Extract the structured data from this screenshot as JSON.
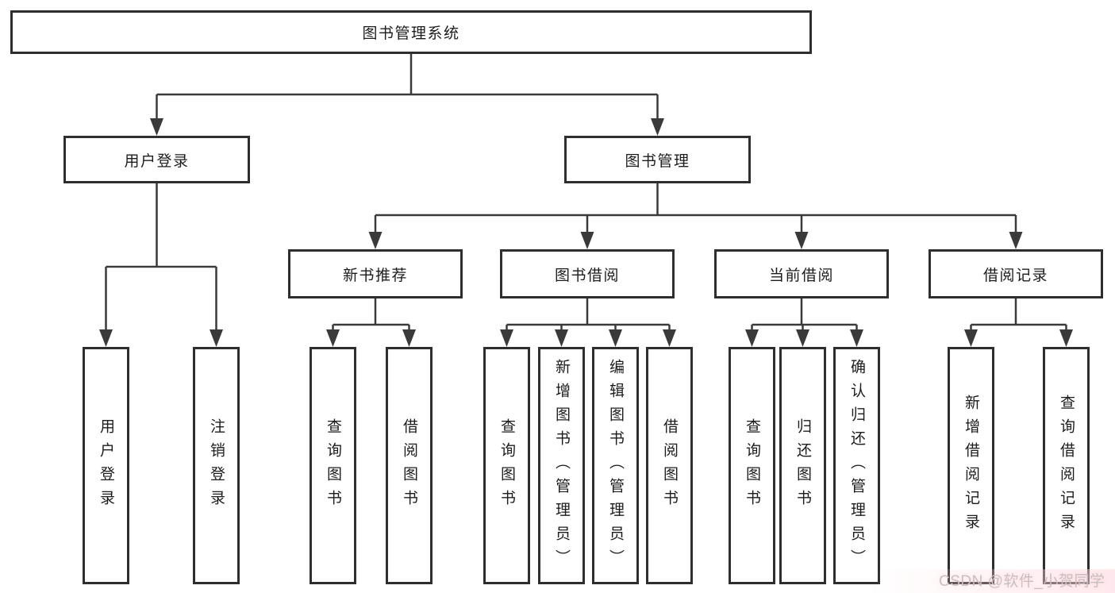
{
  "tree": {
    "root": "图书管理系统",
    "children": [
      {
        "label": "用户登录",
        "children": [
          "用户登录",
          "注销登录"
        ]
      },
      {
        "label": "图书管理",
        "children": [
          {
            "label": "新书推荐",
            "children": [
              "查询图书",
              "借阅图书"
            ]
          },
          {
            "label": "图书借阅",
            "children": [
              "查询图书",
              "新增图书（管理员）",
              "编辑图书（管理员）",
              "借阅图书"
            ]
          },
          {
            "label": "当前借阅",
            "children": [
              "查询图书",
              "归还图书",
              "确认归还（管理员）"
            ]
          },
          {
            "label": "借阅记录",
            "children": [
              "新增借阅记录",
              "查询借阅记录"
            ]
          }
        ]
      }
    ]
  },
  "watermark": {
    "text": "CSDN @软件_小贺同学"
  },
  "colors": {
    "line": "#3a3a3a",
    "box_border": "#2e2e2e",
    "box_fill": "#ffffff",
    "text": "#1c1c1c",
    "watermark": "#c6c0c1",
    "background": "#ffffff"
  }
}
